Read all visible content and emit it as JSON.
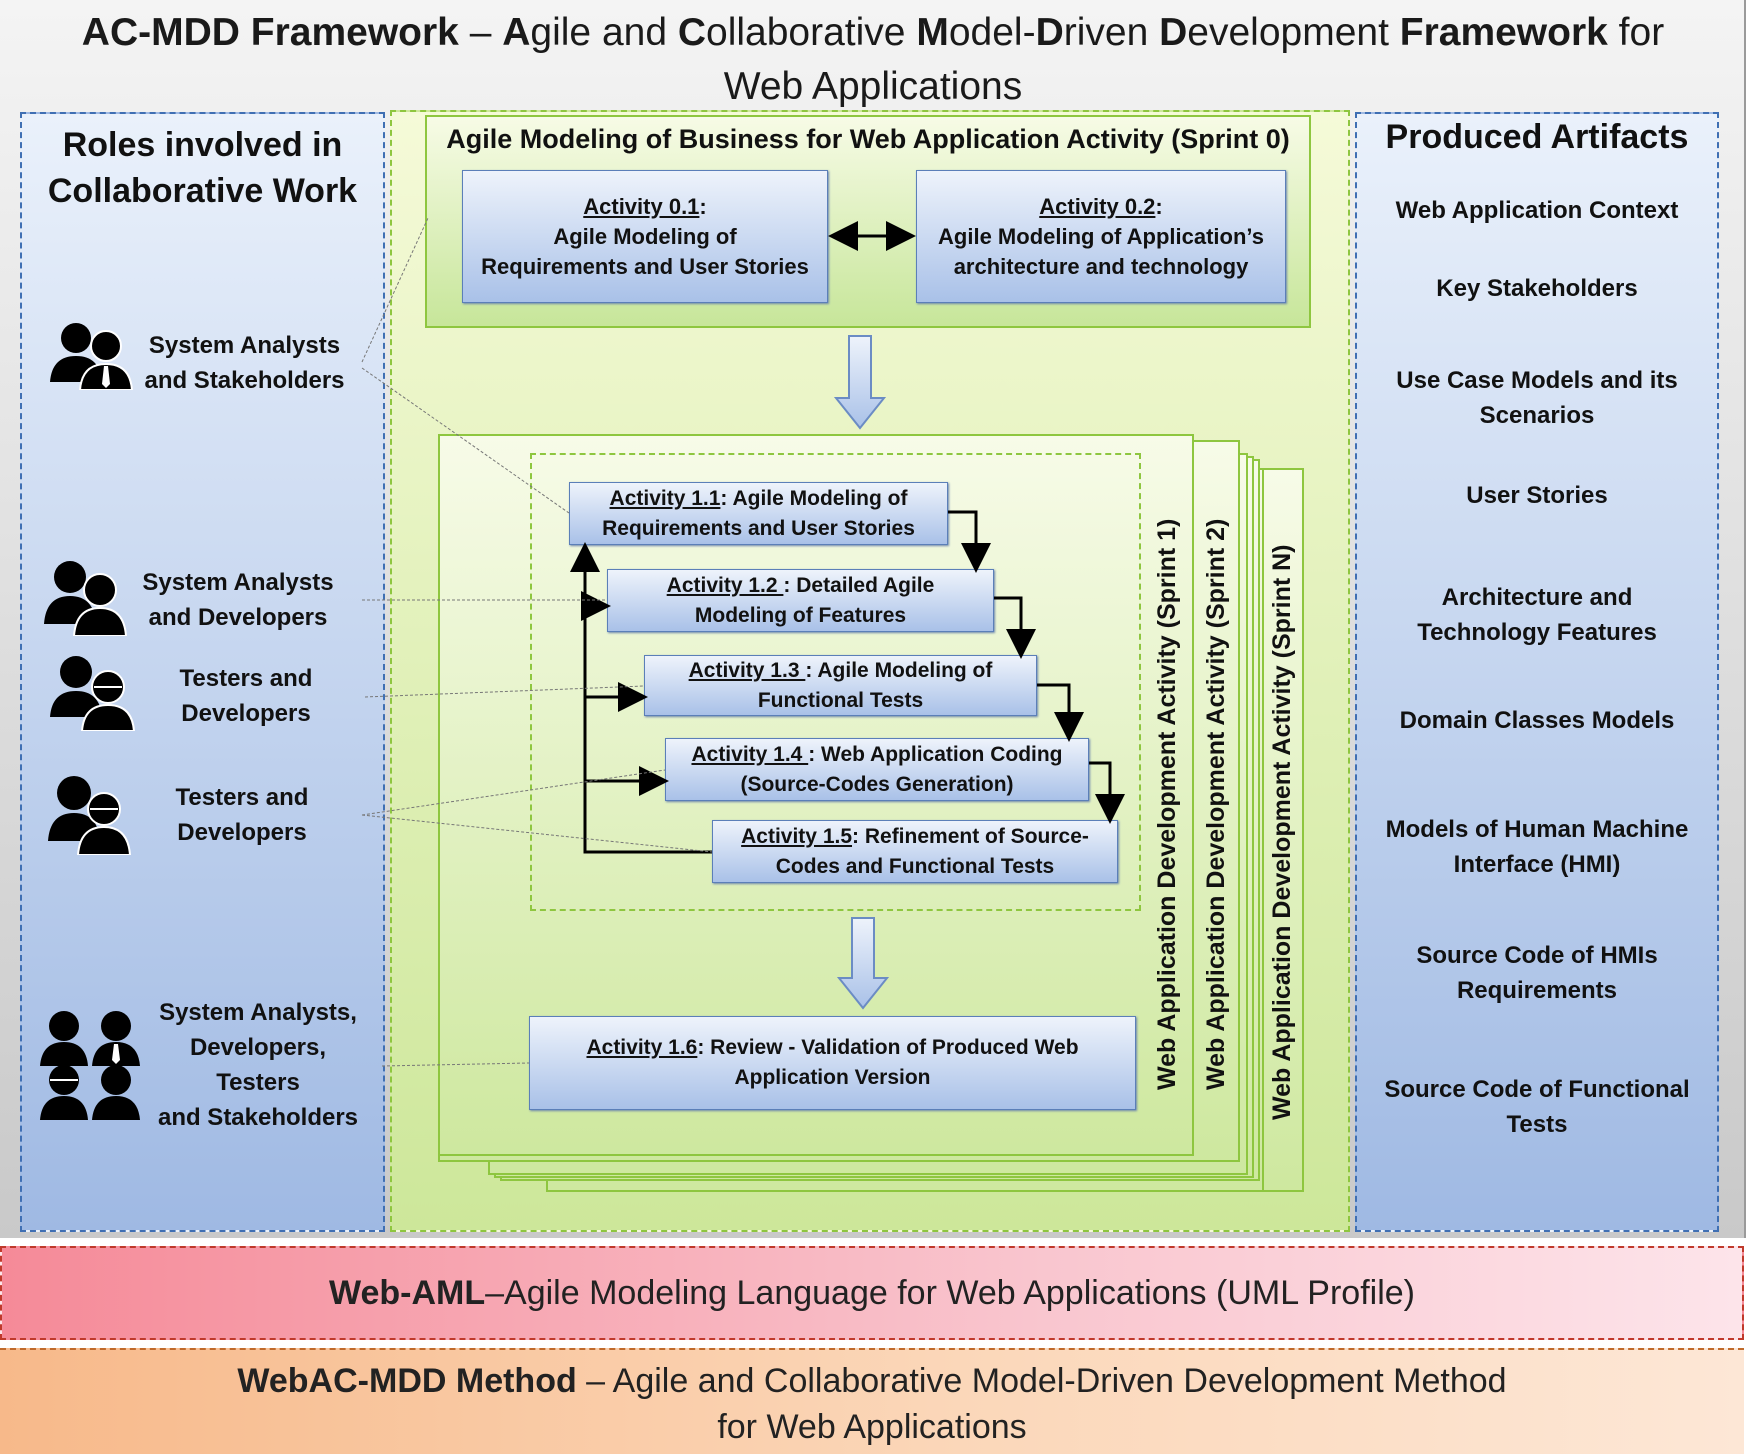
{
  "title": {
    "p1_b": "AC-MDD Framework",
    "p2": " – ",
    "p3_b": "A",
    "p4": "gile and ",
    "p5_b": "C",
    "p6": "ollaborative ",
    "p7_b": "M",
    "p8": "odel-",
    "p9_b": "D",
    "p10": "riven ",
    "p11_b": "D",
    "p12": "evelopment ",
    "p13_b": "Framework",
    "p14": " for",
    "line2": "Web Applications"
  },
  "roles": {
    "title_line1": "Roles involved in",
    "title_line2": "Collaborative Work",
    "r1": [
      "System Analysts",
      "and Stakeholders"
    ],
    "r2": [
      "System Analysts",
      "and Developers"
    ],
    "r3": [
      "Testers and",
      "Developers"
    ],
    "r4": [
      "Testers and",
      "Developers"
    ],
    "r5": [
      "System Analysts,",
      "Developers,",
      "Testers",
      "and Stakeholders"
    ]
  },
  "sprint0": {
    "title": "Agile Modeling of Business for Web Application Activity (Sprint 0)",
    "a01": {
      "id": "Activity 0.1",
      "sep": ":",
      "l1": "Agile Modeling of",
      "l2": "Requirements and User Stories"
    },
    "a02": {
      "id": "Activity 0.2",
      "sep": ":",
      "l1": "Agile Modeling of Application’s",
      "l2": "architecture and technology"
    }
  },
  "sprints": {
    "s1": "Web Application Development Activity (Sprint 1)",
    "s2": "Web Application Development Activity (Sprint 2)",
    "sn": "Web Application Development Activity (Sprint N)",
    "a11": {
      "id": "Activity 1.1",
      "rest": ": Agile Modeling of",
      "l2": "Requirements and User Stories"
    },
    "a12": {
      "id": "Activity 1.2 ",
      "rest": ": Detailed Agile",
      "l2": "Modeling of Features"
    },
    "a13": {
      "id": "Activity 1.3 ",
      "rest": ": Agile Modeling of",
      "l2": "Functional Tests"
    },
    "a14": {
      "id": "Activity 1.4 ",
      "rest": ": Web Application Coding",
      "l2": "(Source-Codes Generation)"
    },
    "a15": {
      "id": "Activity 1.5",
      "rest": ": Refinement of Source-",
      "l2": "Codes and Functional Tests"
    },
    "a16": {
      "id": "Activity 1.6",
      "rest": ": Review - Validation of Produced Web",
      "l2": "Application Version"
    }
  },
  "artifacts": {
    "title": "Produced Artifacts",
    "items": [
      [
        "Web Application Context"
      ],
      [
        "Key Stakeholders"
      ],
      [
        "Use Case Models and its",
        "Scenarios"
      ],
      [
        "User Stories"
      ],
      [
        "Architecture and",
        "Technology Features"
      ],
      [
        "Domain Classes Models"
      ],
      [
        "Models of Human Machine",
        "Interface (HMI)"
      ],
      [
        "Source Code of HMIs",
        "Requirements"
      ],
      [
        "Source Code of Functional",
        "Tests"
      ]
    ]
  },
  "bars": {
    "aml_b": "Web-AML",
    "aml_rest": " –Agile Modeling Language for Web Applications (UML Profile)",
    "method_b": "WebAC-MDD Method",
    "method_rest": " – Agile and Collaborative Model-Driven Development Method",
    "method_l2": "for Web Applications"
  },
  "colors": {
    "roles_panel": "#9fb9e3",
    "center_panel": "#cde79a",
    "activity_box": "#a9c1e8",
    "aml_bar": "#f58a98",
    "method_bar": "#f7b98a"
  },
  "icons": [
    "people-pair-icon",
    "people-group-icon"
  ]
}
